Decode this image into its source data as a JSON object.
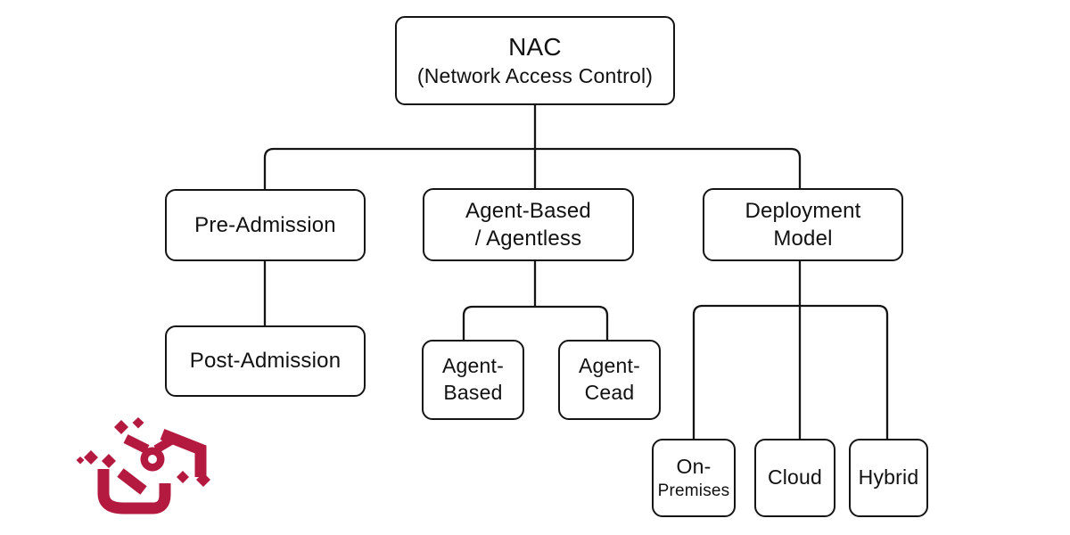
{
  "page": {
    "background": "#ffffff"
  },
  "diagram": {
    "type": "tree",
    "title_node": "nac",
    "nodes": {
      "nac": {
        "lines": [
          "NAC",
          "(Network Access Control)"
        ]
      },
      "pre_admission": {
        "lines": [
          "Pre-Admission"
        ]
      },
      "agent_mode": {
        "lines": [
          "Agent-Based",
          "/ Agentless"
        ]
      },
      "deployment_model": {
        "lines": [
          "Deployment",
          "Model"
        ]
      },
      "post_admission": {
        "lines": [
          "Post-Admission"
        ]
      },
      "agent_based": {
        "lines": [
          "Agent-",
          "Based"
        ]
      },
      "agent_cead": {
        "lines": [
          "Agent-",
          "Cead"
        ]
      },
      "on_premises": {
        "lines": [
          "On-",
          "Premises"
        ]
      },
      "cloud": {
        "lines": [
          "Cloud"
        ]
      },
      "hybrid": {
        "lines": [
          "Hybrid"
        ]
      }
    },
    "edges": [
      {
        "from": "nac",
        "to": "pre_admission"
      },
      {
        "from": "nac",
        "to": "agent_mode"
      },
      {
        "from": "nac",
        "to": "deployment_model"
      },
      {
        "from": "pre_admission",
        "to": "post_admission"
      },
      {
        "from": "agent_mode",
        "to": "agent_based"
      },
      {
        "from": "agent_mode",
        "to": "agent_cead"
      },
      {
        "from": "deployment_model",
        "to": "on_premises"
      },
      {
        "from": "deployment_model",
        "to": "cloud"
      },
      {
        "from": "deployment_model",
        "to": "hybrid"
      }
    ],
    "colors": {
      "line": "#141414",
      "box_border": "#141414",
      "box_fill": "#ffffff",
      "text": "#111111",
      "logo": "#b4193f",
      "background": "#ffffff"
    },
    "logo_icon": "brand-calligraphy-logo"
  }
}
